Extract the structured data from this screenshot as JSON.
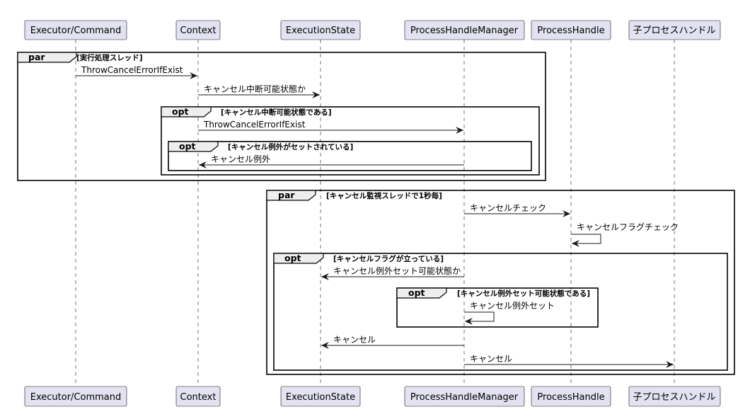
{
  "participants": [
    {
      "id": "exec",
      "label": "Executor/Command"
    },
    {
      "id": "ctx",
      "label": "Context"
    },
    {
      "id": "state",
      "label": "ExecutionState"
    },
    {
      "id": "phm",
      "label": "ProcessHandleManager"
    },
    {
      "id": "ph",
      "label": "ProcessHandle"
    },
    {
      "id": "child",
      "label": "子プロセスハンドル"
    }
  ],
  "fragments": [
    {
      "id": "par1",
      "kind": "par",
      "condition": "[実行処理スレッド]"
    },
    {
      "id": "opt1",
      "kind": "opt",
      "condition": "[キャンセル中断可能状態である]"
    },
    {
      "id": "opt2",
      "kind": "opt",
      "condition": "[キャンセル例外がセットされている]"
    },
    {
      "id": "par2",
      "kind": "par",
      "condition": "[キャンセル監視スレッドで1秒毎]"
    },
    {
      "id": "opt3",
      "kind": "opt",
      "condition": "[キャンセルフラグが立っている]"
    },
    {
      "id": "opt4",
      "kind": "opt",
      "condition": "[キャンセル例外セット可能状態である]"
    }
  ],
  "messages": [
    {
      "id": "m1",
      "from": "exec",
      "to": "ctx",
      "label": "ThrowCancelErrorIfExist"
    },
    {
      "id": "m2",
      "from": "ctx",
      "to": "state",
      "label": "キャンセル中断可能状態か"
    },
    {
      "id": "m3",
      "from": "ctx",
      "to": "phm",
      "label": "ThrowCancelErrorIfExist"
    },
    {
      "id": "m4",
      "from": "phm",
      "to": "ctx",
      "label": "キャンセル例外"
    },
    {
      "id": "m5",
      "from": "phm",
      "to": "ph",
      "label": "キャンセルチェック"
    },
    {
      "id": "m6",
      "from": "ph",
      "to": "ph",
      "label": "キャンセルフラグチェック"
    },
    {
      "id": "m7",
      "from": "phm",
      "to": "state",
      "label": "キャンセル例外セット可能状態か"
    },
    {
      "id": "m8",
      "from": "phm",
      "to": "phm",
      "label": "キャンセル例外セット"
    },
    {
      "id": "m9",
      "from": "phm",
      "to": "state",
      "label": "キャンセル"
    },
    {
      "id": "m10",
      "from": "phm",
      "to": "child",
      "label": "キャンセル"
    }
  ]
}
